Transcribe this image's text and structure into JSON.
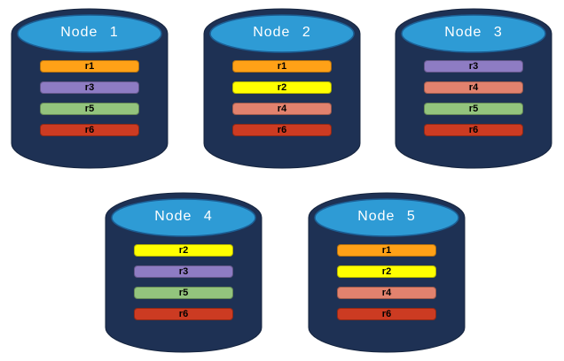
{
  "diagram": {
    "background_color": "#ffffff",
    "cylinder_body_color": "#1E3154",
    "cylinder_outline_color": "#15243E",
    "cylinder_top_color": "#2E9BD5",
    "cylinder_top_outline_color": "#1C5F95",
    "title_text_color": "#ffffff",
    "bar_text_color": "#000000"
  },
  "partition_palette": {
    "r1": "#FFA117",
    "r2": "#FFFF00",
    "r3": "#8E7CC3",
    "r4": "#E2826E",
    "r5": "#93C47D",
    "r6": "#CC3B22"
  },
  "nodes": [
    {
      "title": "Node 1",
      "bars": [
        {
          "label": "r1",
          "color": "#FFA117"
        },
        {
          "label": "r3",
          "color": "#8E7CC3"
        },
        {
          "label": "r5",
          "color": "#93C47D"
        },
        {
          "label": "r6",
          "color": "#CC3B22"
        }
      ]
    },
    {
      "title": "Node 2",
      "bars": [
        {
          "label": "r1",
          "color": "#FFA117"
        },
        {
          "label": "r2",
          "color": "#FFFF00"
        },
        {
          "label": "r4",
          "color": "#E2826E"
        },
        {
          "label": "r6",
          "color": "#CC3B22"
        }
      ]
    },
    {
      "title": "Node 3",
      "bars": [
        {
          "label": "r3",
          "color": "#8E7CC3"
        },
        {
          "label": "r4",
          "color": "#E2826E"
        },
        {
          "label": "r5",
          "color": "#93C47D"
        },
        {
          "label": "r6",
          "color": "#CC3B22"
        }
      ]
    },
    {
      "title": "Node 4",
      "bars": [
        {
          "label": "r2",
          "color": "#FFFF00"
        },
        {
          "label": "r3",
          "color": "#8E7CC3"
        },
        {
          "label": "r5",
          "color": "#93C47D"
        },
        {
          "label": "r6",
          "color": "#CC3B22"
        }
      ]
    },
    {
      "title": "Node 5",
      "bars": [
        {
          "label": "r1",
          "color": "#FFA117"
        },
        {
          "label": "r2",
          "color": "#FFFF00"
        },
        {
          "label": "r4",
          "color": "#E2826E"
        },
        {
          "label": "r6",
          "color": "#CC3B22"
        }
      ]
    }
  ]
}
